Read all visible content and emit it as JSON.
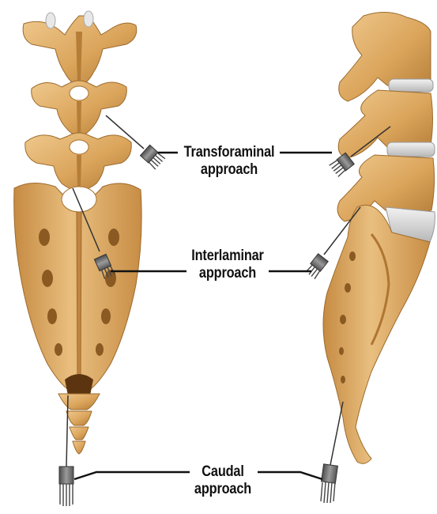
{
  "colors": {
    "bone": "#d9a257",
    "bone_light": "#edc486",
    "bone_dark": "#a8722e",
    "disc": "#d8d8d8",
    "needle_grip": "#6e6e6e",
    "line": "#111111"
  },
  "labels": {
    "transforaminal": {
      "line1": "Transforaminal",
      "line2": "approach"
    },
    "interlaminar": {
      "line1": "Interlaminar",
      "line2": "approach"
    },
    "caudal": {
      "line1": "Caudal",
      "line2": "approach"
    }
  }
}
